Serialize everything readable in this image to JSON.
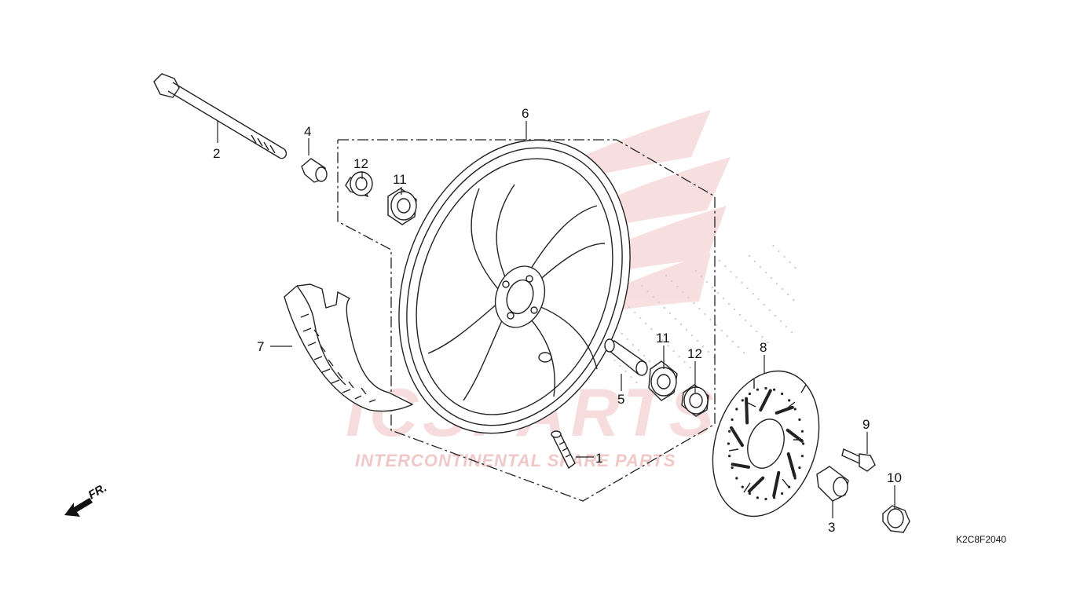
{
  "diagram": {
    "drawing_code": "K2C8F2040",
    "direction_label": "FR.",
    "watermark": {
      "brand": "ICSPARTS",
      "subtitle": "INTERCONTINENTAL SPARE PARTS"
    },
    "callouts": [
      "1",
      "2",
      "3",
      "4",
      "5",
      "6",
      "7",
      "8",
      "9",
      "10",
      "11",
      "11",
      "12",
      "12"
    ],
    "colors": {
      "line": "#222222",
      "watermark": "#f2cccc",
      "wing": "#f6d6d6"
    }
  }
}
